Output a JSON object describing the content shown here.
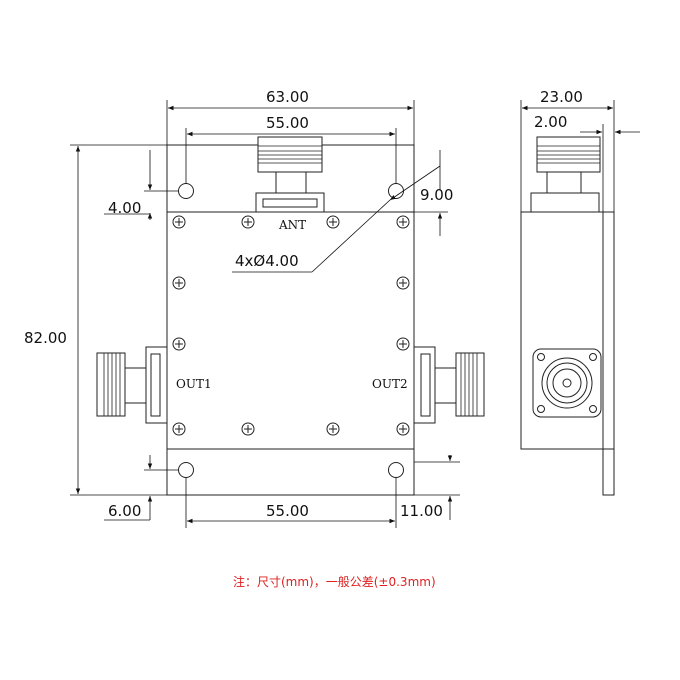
{
  "dimensions": {
    "width_total": "63.00",
    "hole_spacing_top": "55.00",
    "hole_spacing_bottom": "55.00",
    "height_total": "82.00",
    "top_hole_offset": "4.00",
    "top_hole_right_offset": "9.00",
    "bottom_hole_offset": "6.00",
    "bottom_right_offset": "11.00",
    "hole_callout": "4xØ4.00",
    "side_width": "23.00",
    "side_offset": "2.00"
  },
  "ports": {
    "antenna": "ANT",
    "output1": "OUT1",
    "output2": "OUT2"
  },
  "note": {
    "text": "注：尺寸(mm)，一般公差(±0.3mm)",
    "color": "#e02020"
  }
}
